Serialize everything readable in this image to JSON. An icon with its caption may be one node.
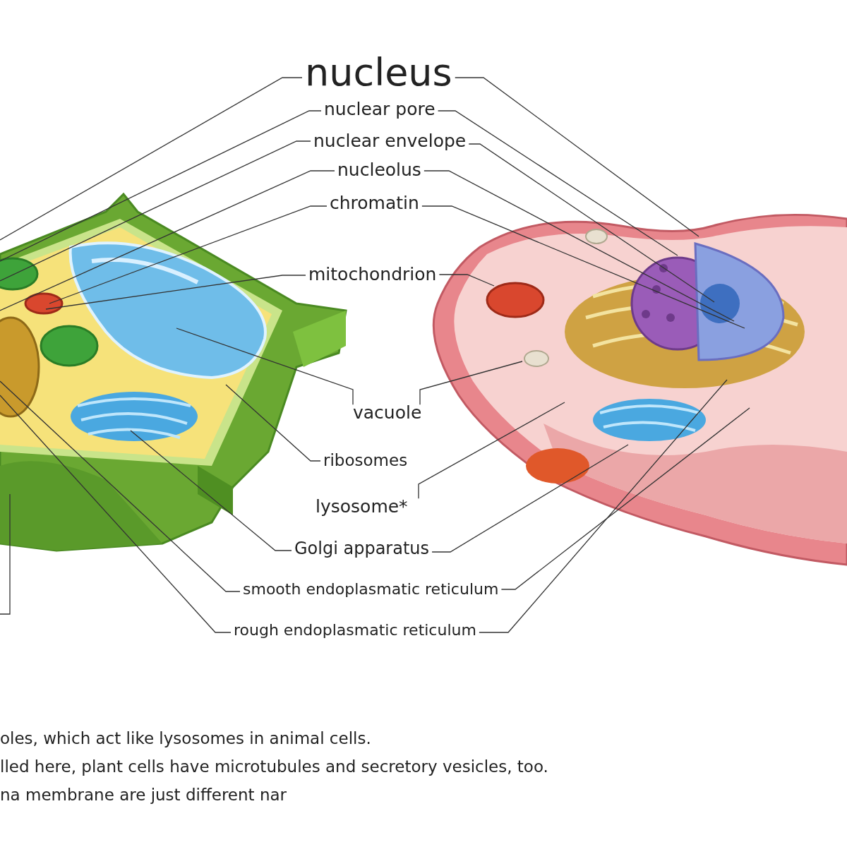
{
  "diagram": {
    "nodes": [
      {
        "text": [
          "nucleus"
        ]
      },
      {
        "text": [
          "nuclear pore"
        ]
      },
      {
        "text": [
          "nuclear envelope"
        ]
      },
      {
        "text": [
          "nucleolus"
        ]
      },
      {
        "text": [
          "chromatin"
        ]
      },
      {
        "text": [
          "mitochondrion"
        ]
      },
      {
        "text": [
          "vacuole"
        ]
      },
      {
        "text": [
          "ribosomes"
        ]
      },
      {
        "text": [
          "lysosome*"
        ]
      },
      {
        "text": [
          "Golgi apparatus"
        ]
      },
      {
        "text": [
          "smooth endoplasmatic reticulum"
        ]
      },
      {
        "text": [
          "rough endoplasmatic reticulum"
        ]
      }
    ],
    "edges": [
      {
        "from": 0,
        "to": null,
        "arrow": "none"
      },
      {
        "from": 0,
        "to": null,
        "arrow": "none"
      },
      {
        "from": 1,
        "to": null,
        "arrow": "none"
      },
      {
        "from": 1,
        "to": null,
        "arrow": "none"
      },
      {
        "from": 2,
        "to": null,
        "arrow": "none"
      },
      {
        "from": 2,
        "to": null,
        "arrow": "none"
      },
      {
        "from": 3,
        "to": null,
        "arrow": "none"
      },
      {
        "from": 3,
        "to": null,
        "arrow": "none"
      },
      {
        "from": 4,
        "to": null,
        "arrow": "none"
      },
      {
        "from": 4,
        "to": null,
        "arrow": "none"
      },
      {
        "from": 5,
        "to": null,
        "arrow": "none"
      },
      {
        "from": 5,
        "to": null,
        "arrow": "none"
      },
      {
        "from": 6,
        "to": null,
        "arrow": "none"
      },
      {
        "from": 6,
        "to": null,
        "arrow": "none"
      },
      {
        "from": 7,
        "to": null,
        "arrow": "none"
      },
      {
        "from": 8,
        "to": null,
        "arrow": "none"
      },
      {
        "from": 9,
        "to": null,
        "arrow": "none"
      },
      {
        "from": 9,
        "to": null,
        "arrow": "none"
      },
      {
        "from": 10,
        "to": null,
        "arrow": "none"
      },
      {
        "from": 10,
        "to": null,
        "arrow": "none"
      },
      {
        "from": 11,
        "to": null,
        "arrow": "none"
      },
      {
        "from": 11,
        "to": null,
        "arrow": "none"
      }
    ],
    "labels": [
      "oles, which act like lysosomes in animal cells.",
      "lled here, plant cells have microtubules and secretory vesicles, too.",
      "na membrane are just different nar"
    ]
  }
}
